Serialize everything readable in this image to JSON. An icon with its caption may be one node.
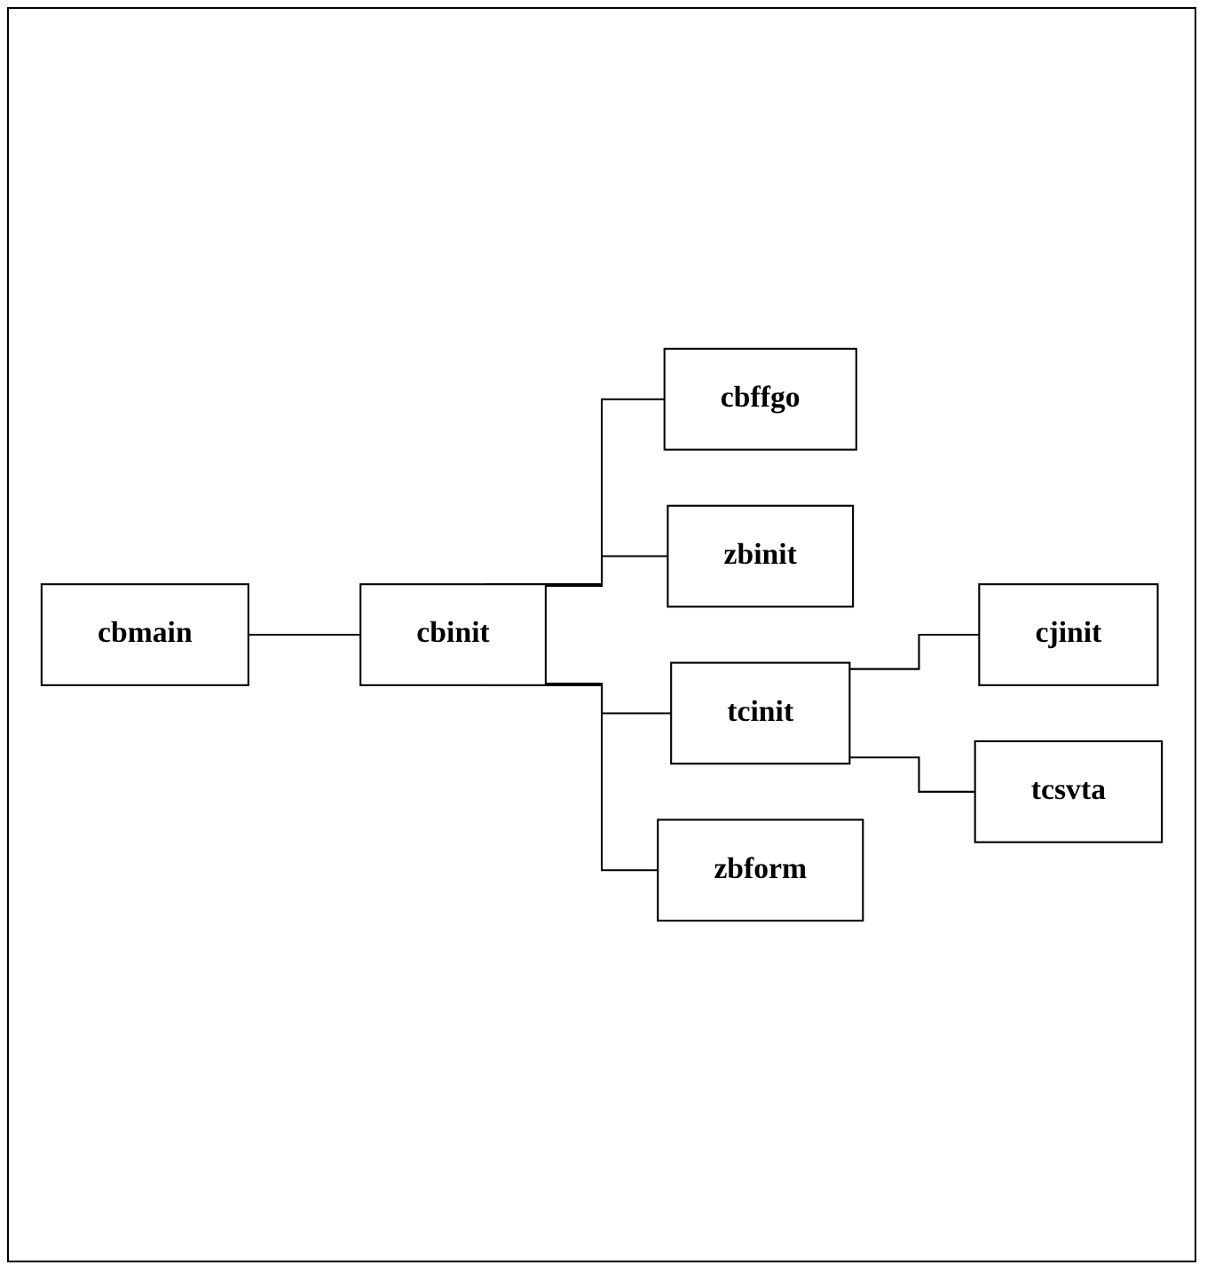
{
  "diagram": {
    "nodes": [
      {
        "text": [
          "cbmain"
        ]
      },
      {
        "text": [
          "cbinit"
        ]
      },
      {
        "text": [
          "cbffgo"
        ]
      },
      {
        "text": [
          "zbinit"
        ]
      },
      {
        "text": [
          "tcinit"
        ]
      },
      {
        "text": [
          "cjinit"
        ]
      },
      {
        "text": [
          "tcsvta"
        ]
      },
      {
        "text": [
          "zbform"
        ]
      }
    ],
    "edges": [
      {
        "from": 0,
        "to": 1,
        "arrow": "none"
      },
      {
        "from": 1,
        "to": 2,
        "arrow": "none"
      },
      {
        "from": 1,
        "to": 3,
        "arrow": "none"
      },
      {
        "from": 1,
        "to": 4,
        "arrow": "none"
      },
      {
        "from": 4,
        "to": 5,
        "arrow": "none"
      },
      {
        "from": 4,
        "to": 6,
        "arrow": "none"
      },
      {
        "from": 1,
        "to": 7,
        "arrow": "none"
      }
    ]
  }
}
